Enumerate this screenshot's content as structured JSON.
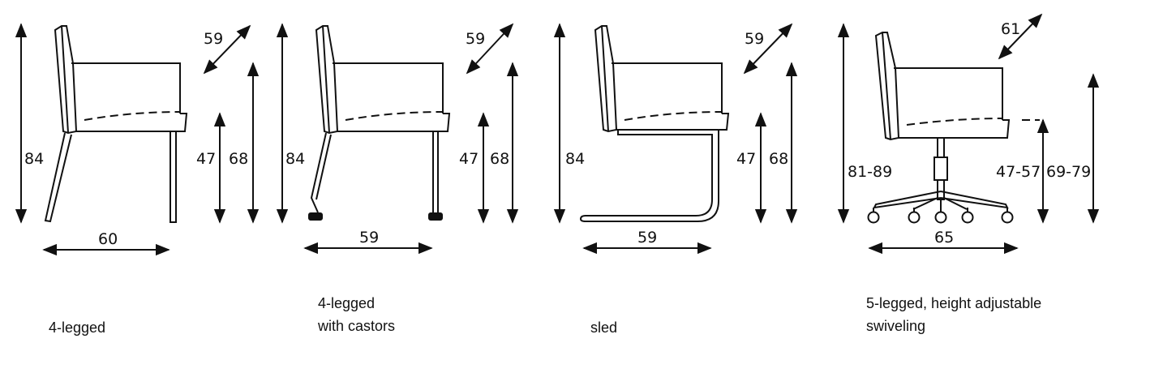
{
  "chairs": [
    {
      "dims": {
        "height": "84",
        "depth_top": "59",
        "seat_height": "47",
        "arm_height": "68",
        "width": "60"
      },
      "caption": [
        "4-legged"
      ]
    },
    {
      "dims": {
        "height": "84",
        "depth_top": "59",
        "seat_height": "47",
        "arm_height": "68",
        "width": "59"
      },
      "caption": [
        "4-legged",
        "with castors"
      ]
    },
    {
      "dims": {
        "height": "84",
        "depth_top": "59",
        "seat_height": "47",
        "arm_height": "68",
        "width": "59"
      },
      "caption": [
        "sled"
      ]
    },
    {
      "dims": {
        "height": "81-89",
        "depth_top": "61",
        "seat_height": "47-57",
        "arm_height": "69-79",
        "width": "65"
      },
      "caption": [
        "5-legged, height adjustable",
        "swiveling"
      ]
    }
  ]
}
